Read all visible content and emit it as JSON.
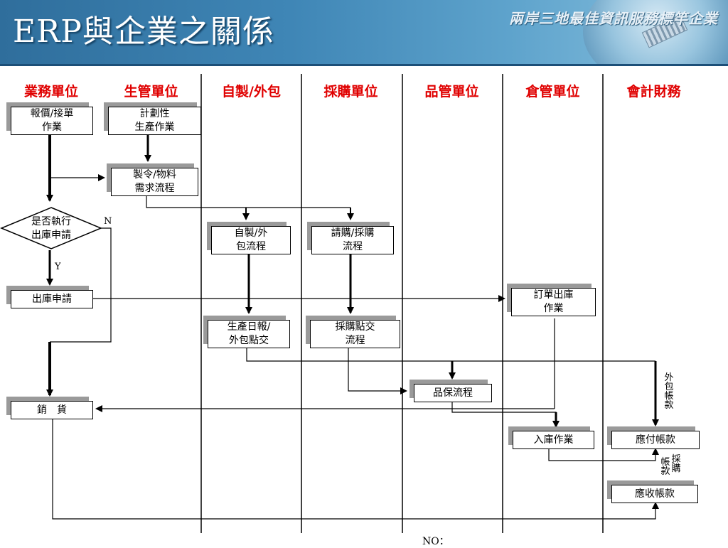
{
  "header": {
    "title": "ERP與企業之關係",
    "slogan": "兩岸三地最佳資訊服務標竿企業"
  },
  "lanes": [
    "業務單位",
    "生管單位",
    "自製/外包",
    "採購單位",
    "品管單位",
    "倉管單位",
    "會計財務"
  ],
  "nodes": {
    "quote": "報價/接單\n作業",
    "plan": "計劃性\n生產作業",
    "material": "製令/物料\n需求流程",
    "decision": "是否執行\n出庫申請",
    "make": "自製/外\n包流程",
    "purchase": "請購/採購\n流程",
    "ship_request": "出庫申請",
    "order_ship": "訂單出庫\n作業",
    "prod_report": "生產日報/\n外包點交",
    "purchase_check": "採購點交\n流程",
    "qc": "品保流程",
    "sales": "銷　貨",
    "stock_in": "入庫作業",
    "payable": "應付帳款",
    "receivable": "應收帳款"
  },
  "labels": {
    "no": "N",
    "yes": "Y",
    "outsource_account": "外包帳款",
    "purchase_account_1": "採購",
    "purchase_account_2": "帳款",
    "footer": "NO："
  },
  "colors": {
    "lane_header": "#e00000",
    "banner": "#3f86b6",
    "box_shadow": "#9a9a9a"
  }
}
